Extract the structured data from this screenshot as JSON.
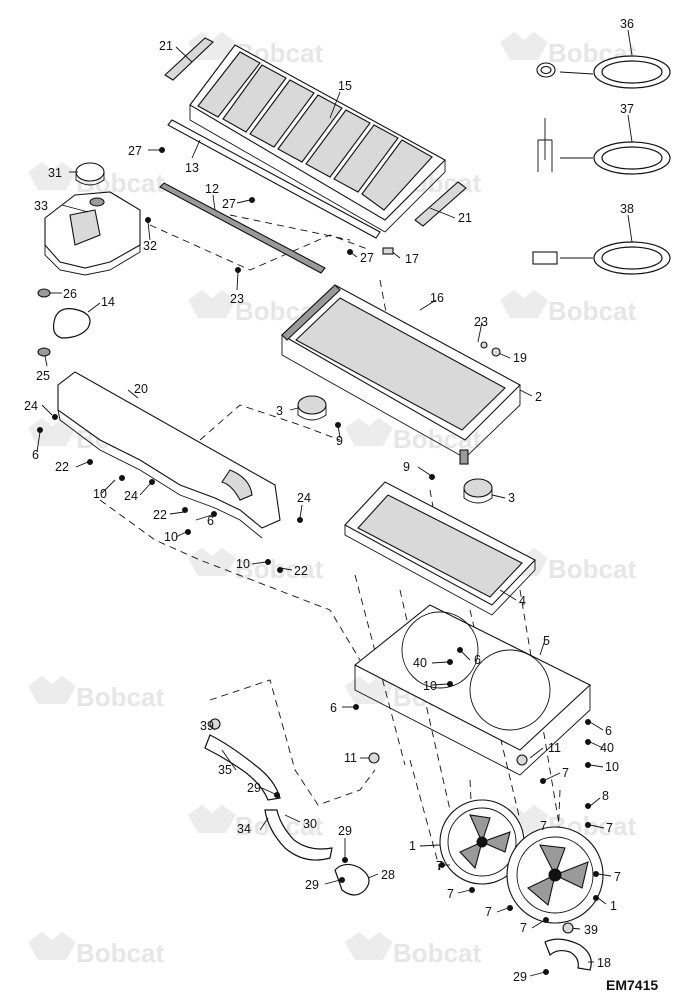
{
  "watermark": "Bobcat",
  "figure_code": "EM7415",
  "parts": {
    "p1a": "1",
    "p1b": "1",
    "p2": "2",
    "p3a": "3",
    "p3b": "3",
    "p4": "4",
    "p5": "5",
    "p6a": "6",
    "p6b": "6",
    "p6c": "6",
    "p6d": "6",
    "p6e": "6",
    "p7a": "7",
    "p7b": "7",
    "p7c": "7",
    "p7d": "7",
    "p7e": "7",
    "p7f": "7",
    "p7g": "7",
    "p7h": "7",
    "p8": "8",
    "p9a": "9",
    "p9b": "9",
    "p10a": "10",
    "p10b": "10",
    "p10c": "10",
    "p10d": "10",
    "p10e": "10",
    "p11a": "11",
    "p11b": "11",
    "p12": "12",
    "p13": "13",
    "p14": "14",
    "p15": "15",
    "p16": "16",
    "p17": "17",
    "p18": "18",
    "p19": "19",
    "p20": "20",
    "p21a": "21",
    "p21b": "21",
    "p22a": "22",
    "p22b": "22",
    "p22c": "22",
    "p23a": "23",
    "p23b": "23",
    "p24a": "24",
    "p24b": "24",
    "p24c": "24",
    "p25": "25",
    "p26": "26",
    "p27a": "27",
    "p27b": "27",
    "p27c": "27",
    "p28": "28",
    "p29a": "29",
    "p29b": "29",
    "p29c": "29",
    "p29d": "29",
    "p30": "30",
    "p31": "31",
    "p32": "32",
    "p33": "33",
    "p34": "34",
    "p35": "35",
    "p36": "36",
    "p37": "37",
    "p38": "38",
    "p39a": "39",
    "p39b": "39",
    "p40a": "40",
    "p40b": "40"
  }
}
